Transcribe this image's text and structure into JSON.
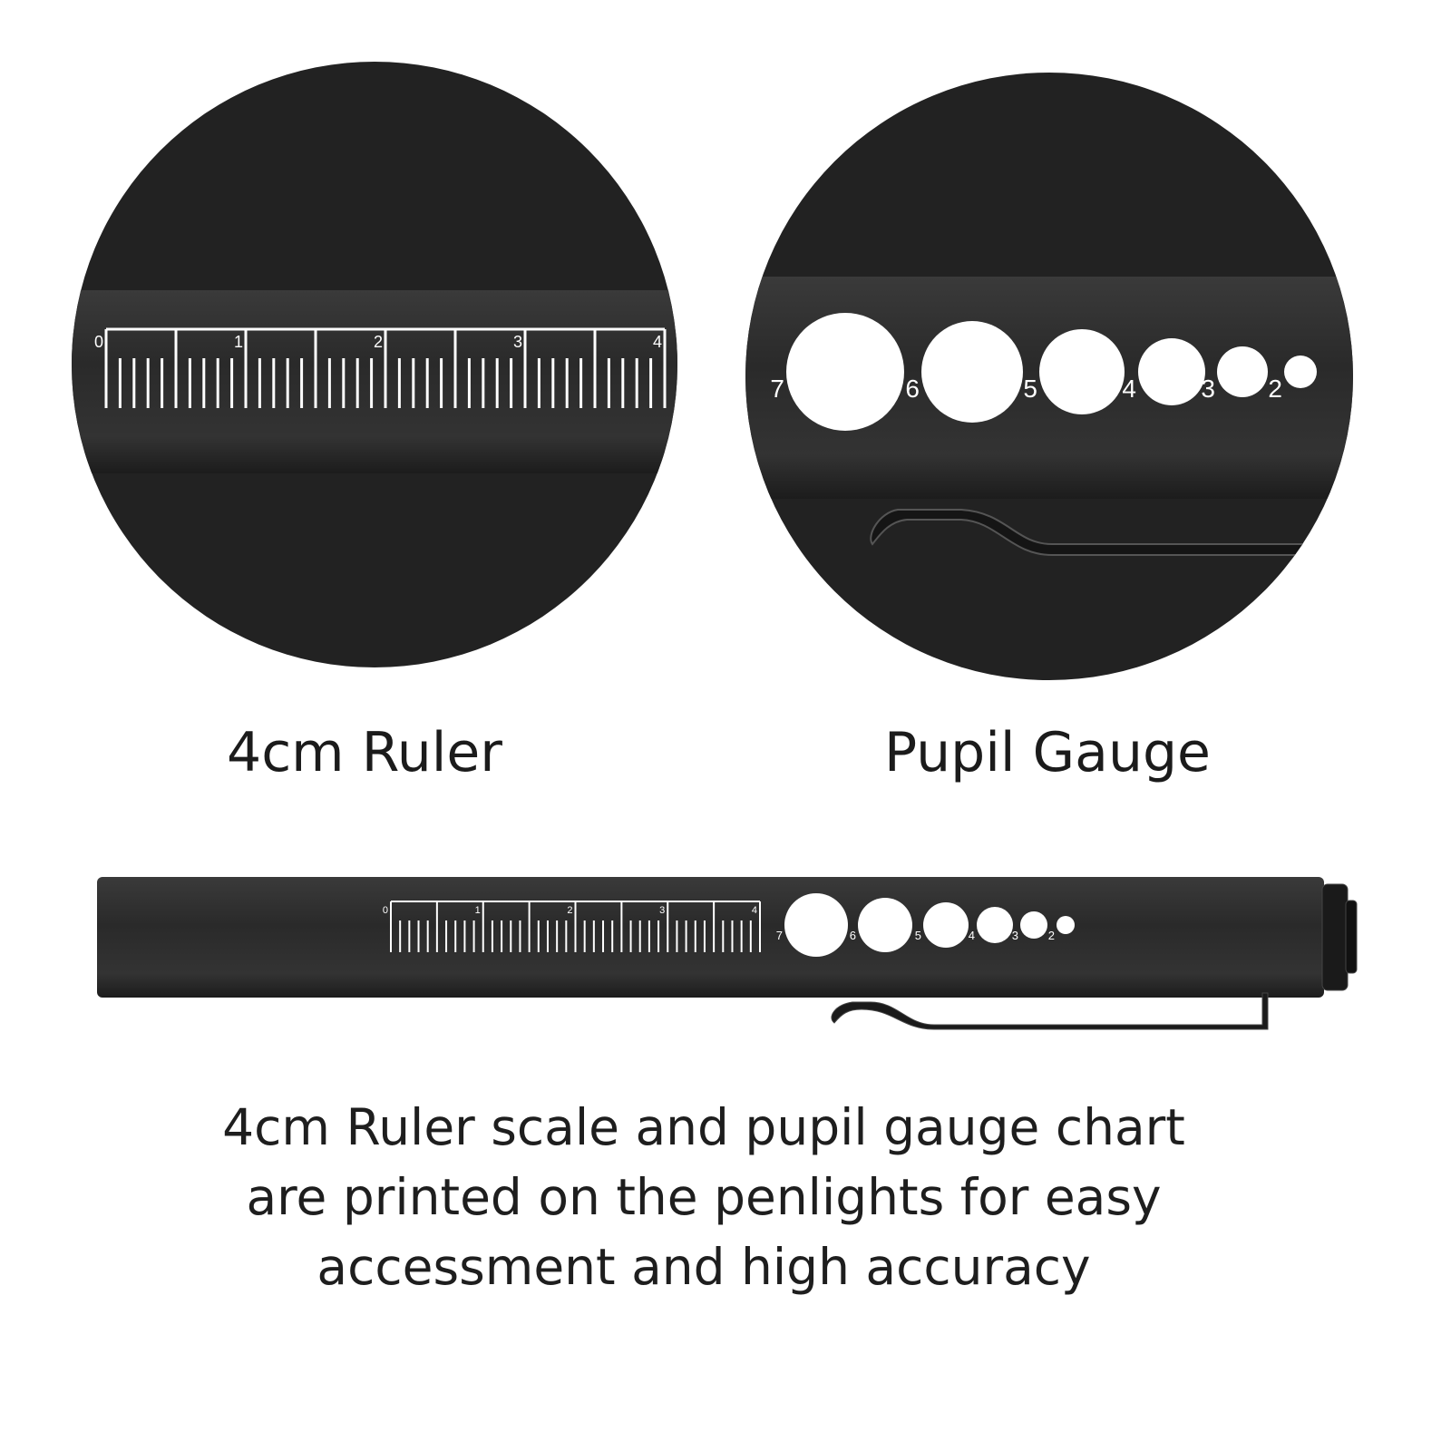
{
  "labels": {
    "ruler": "4cm Ruler",
    "gauge": "Pupil Gauge"
  },
  "caption": [
    "4cm Ruler scale and pupil gauge chart",
    "are printed on the penlights for easy",
    "accessment and high accuracy"
  ],
  "ruler_numbers": [
    "0",
    "1",
    "2",
    "3",
    "4"
  ],
  "gauge_numbers": [
    "7",
    "6",
    "5",
    "4",
    "3",
    "2"
  ],
  "colors": {
    "background": "#ffffff",
    "circle": "#222222",
    "pen": "#2c2c2c",
    "print": "#ffffff",
    "text": "#1b1b1b"
  }
}
